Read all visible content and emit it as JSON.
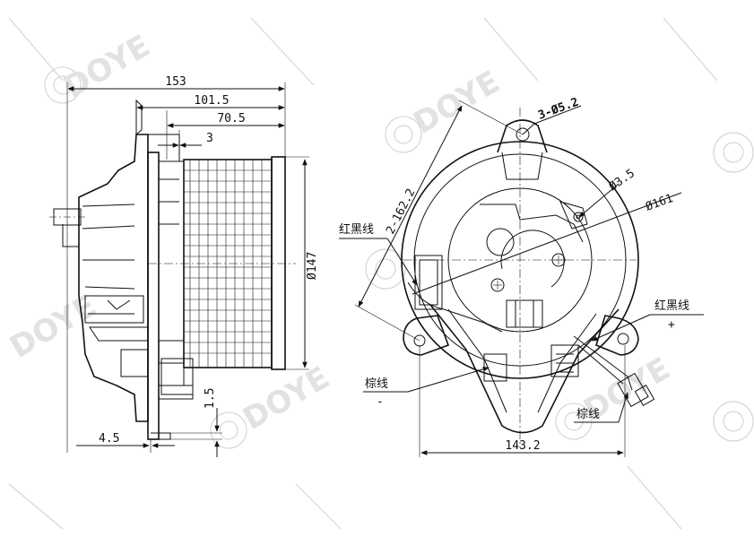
{
  "watermark": {
    "text": "DOYE",
    "color": "#d6d6d6"
  },
  "side_view": {
    "dim_overall_length": "153",
    "dim_wheel_length": "101.5",
    "dim_wheel_width": "70.5",
    "dim_offset": "3",
    "dim_diameter": "Ø147",
    "dim_flange": "1.5",
    "dim_base": "4.5"
  },
  "front_view": {
    "dim_holes": "3-Ø5.2",
    "dim_hole_small": "Ø3.5",
    "dim_hole_circle": "Ø161",
    "dim_pitch": "2-162.2",
    "dim_width": "143.2",
    "wire_left_label": "红黑线",
    "wire_right_label": "红黑线",
    "wire_right_sign": "+",
    "wire_brown_left_label": "棕线",
    "wire_brown_left_sign": "-",
    "wire_brown_right_label": "棕线"
  }
}
